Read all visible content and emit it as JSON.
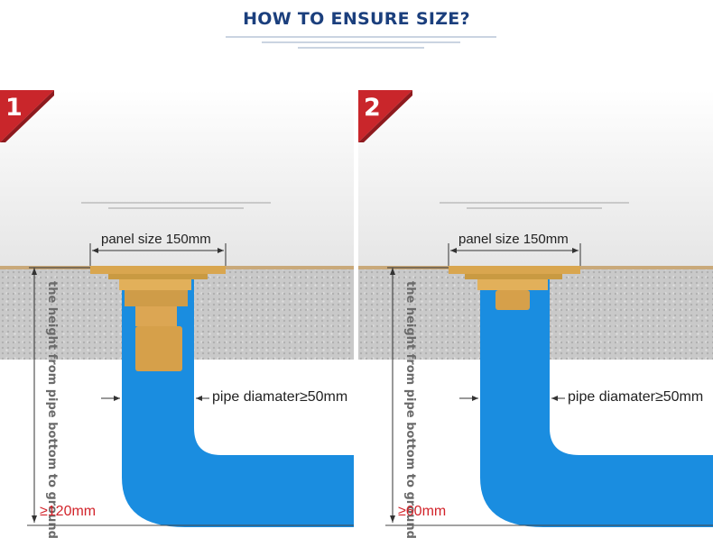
{
  "header": {
    "title": "HOW TO ENSURE SIZE?"
  },
  "panels": [
    {
      "badge": "1",
      "panel_size": "panel size 150mm",
      "pipe_diameter": "pipe diamater≥50mm",
      "height_label": "the height from pipe bottom to ground",
      "min_height": "≥120mm"
    },
    {
      "badge": "2",
      "panel_size": "panel size 150mm",
      "pipe_diameter": "pipe diamater≥50mm",
      "height_label": "the height from pipe bottom to ground",
      "min_height": "≥60mm"
    }
  ],
  "colors": {
    "title": "#1b3f7d",
    "badge": "#c9262b",
    "pipe": "#1a8de0",
    "brass": "#d6a04a",
    "concrete": "#c9c9c9",
    "dimension_red": "#d2232a"
  }
}
